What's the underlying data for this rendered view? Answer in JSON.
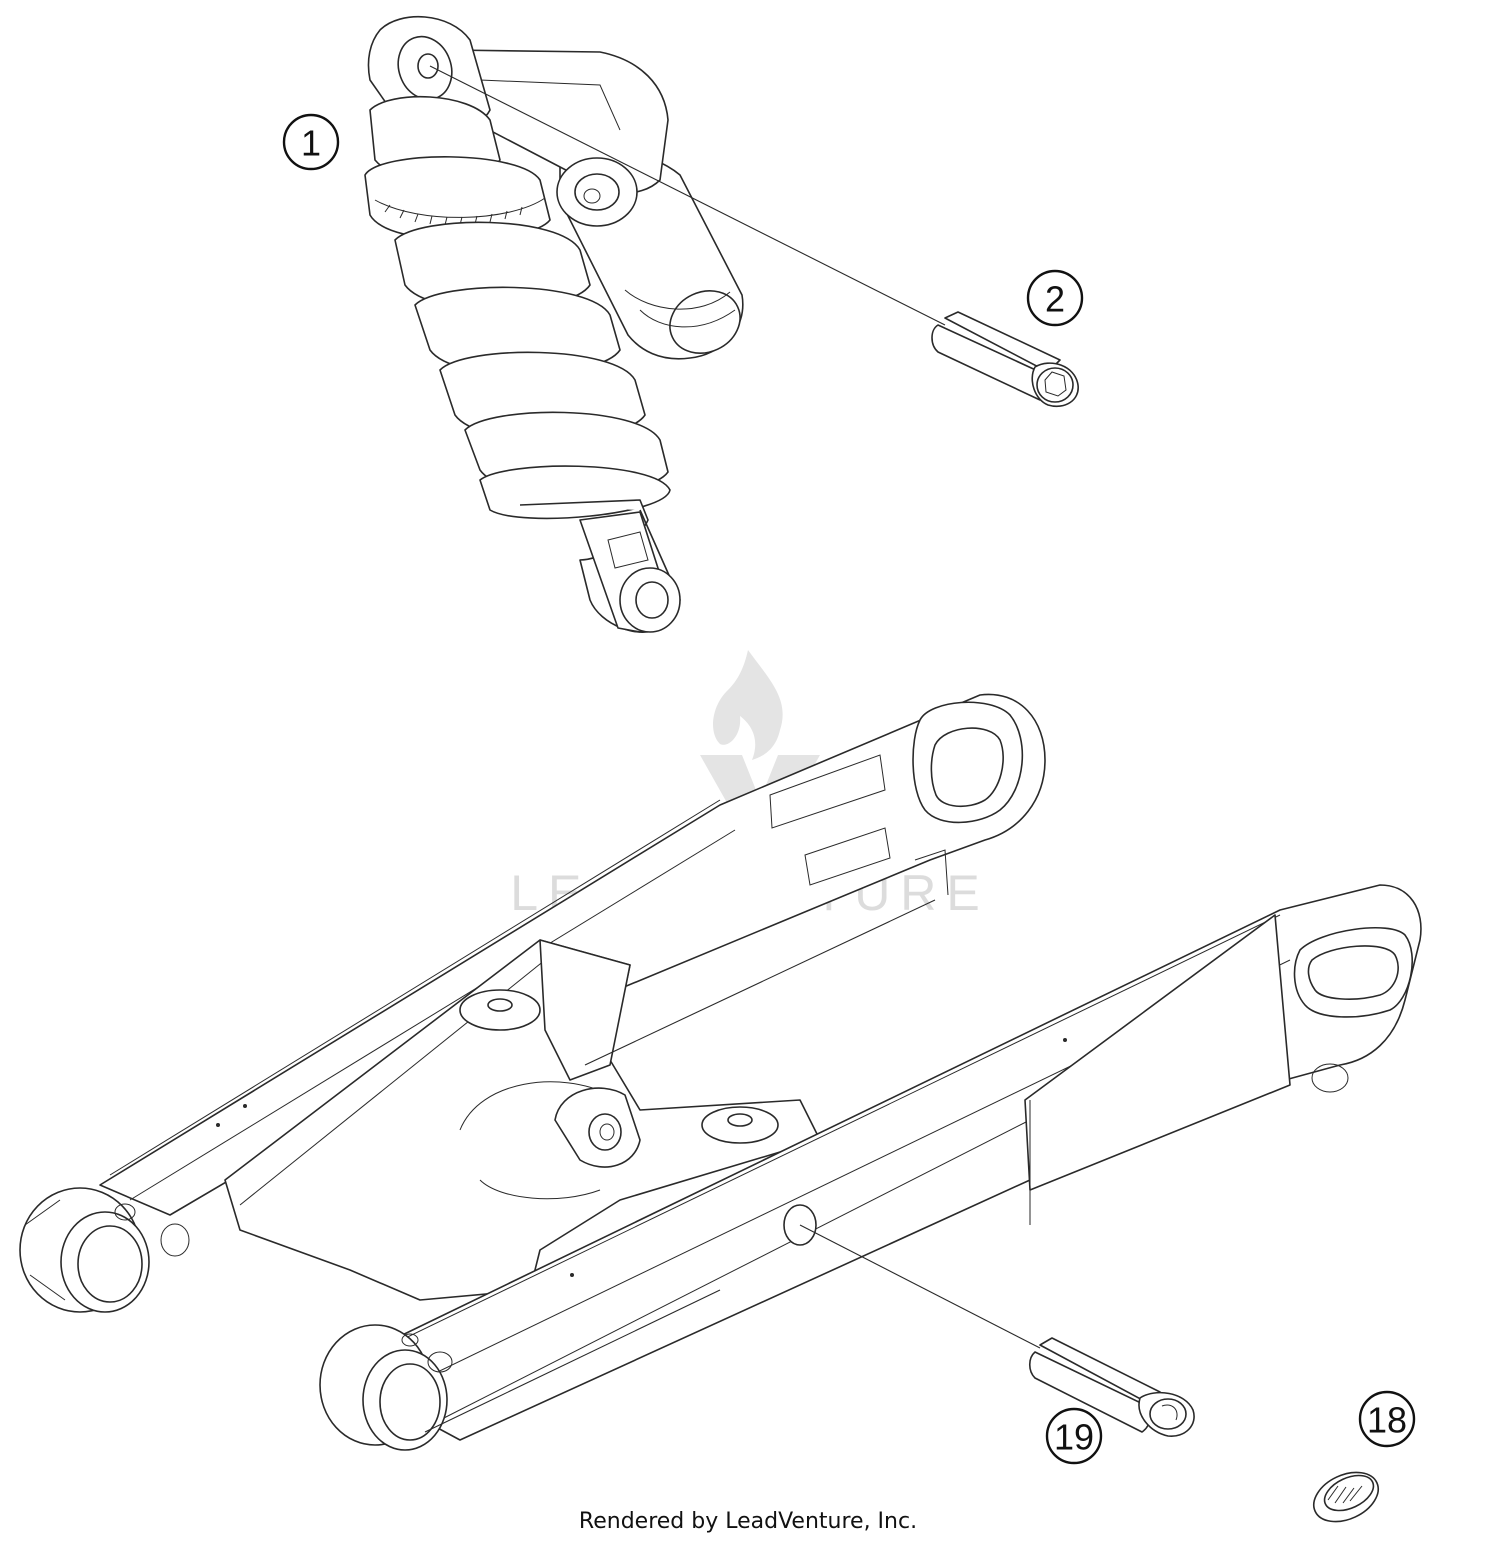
{
  "callouts": [
    {
      "id": "c1",
      "label": "1"
    },
    {
      "id": "c2",
      "label": "2"
    },
    {
      "id": "c19",
      "label": "19"
    },
    {
      "id": "c18",
      "label": "18"
    }
  ],
  "watermark": {
    "text": "LEADVENTURE"
  },
  "footer": {
    "text": "Rendered by LeadVenture, Inc."
  },
  "colors": {
    "line": "#2a2a2a",
    "watermark": "#dcdcdc",
    "background": "#ffffff"
  }
}
